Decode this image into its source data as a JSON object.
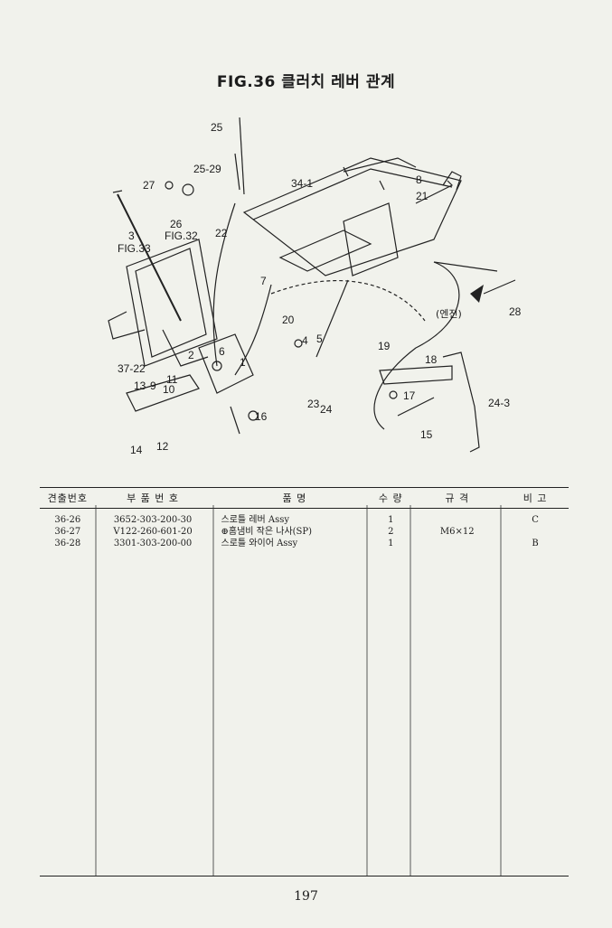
{
  "page": {
    "title": "FIG.36 클러치 레버 관계",
    "page_number": "197"
  },
  "diagram": {
    "callouts": [
      "25",
      "25-29",
      "27",
      "8",
      "21",
      "34-1",
      "3",
      "26",
      "FIG.32",
      "22",
      "FIG.33",
      "7",
      "20",
      "4",
      "5",
      "2",
      "6",
      "1",
      "37-22",
      "13",
      "9",
      "11",
      "10",
      "16",
      "14",
      "12",
      "23",
      "24",
      "19",
      "18",
      "17",
      "24-3",
      "15",
      "28"
    ],
    "engine_label": "(엔진)"
  },
  "table": {
    "headers": [
      "견출번호",
      "부 품 번 호",
      "품 명",
      "수 량",
      "규 격",
      "비 고"
    ],
    "rows": [
      {
        "no": "36-26",
        "part": "3652-303-200-30",
        "name": "스로틀 레버 Assy",
        "qty": "1",
        "spec": "",
        "note": "C"
      },
      {
        "no": "36-27",
        "part": "V122-260-601-20",
        "name": "⊕홈냄비 작은 나사(SP)",
        "qty": "2",
        "spec": "M6×12",
        "note": ""
      },
      {
        "no": "36-28",
        "part": "3301-303-200-00",
        "name": "스로틀 와이어 Assy",
        "qty": "1",
        "spec": "",
        "note": "B"
      }
    ]
  }
}
